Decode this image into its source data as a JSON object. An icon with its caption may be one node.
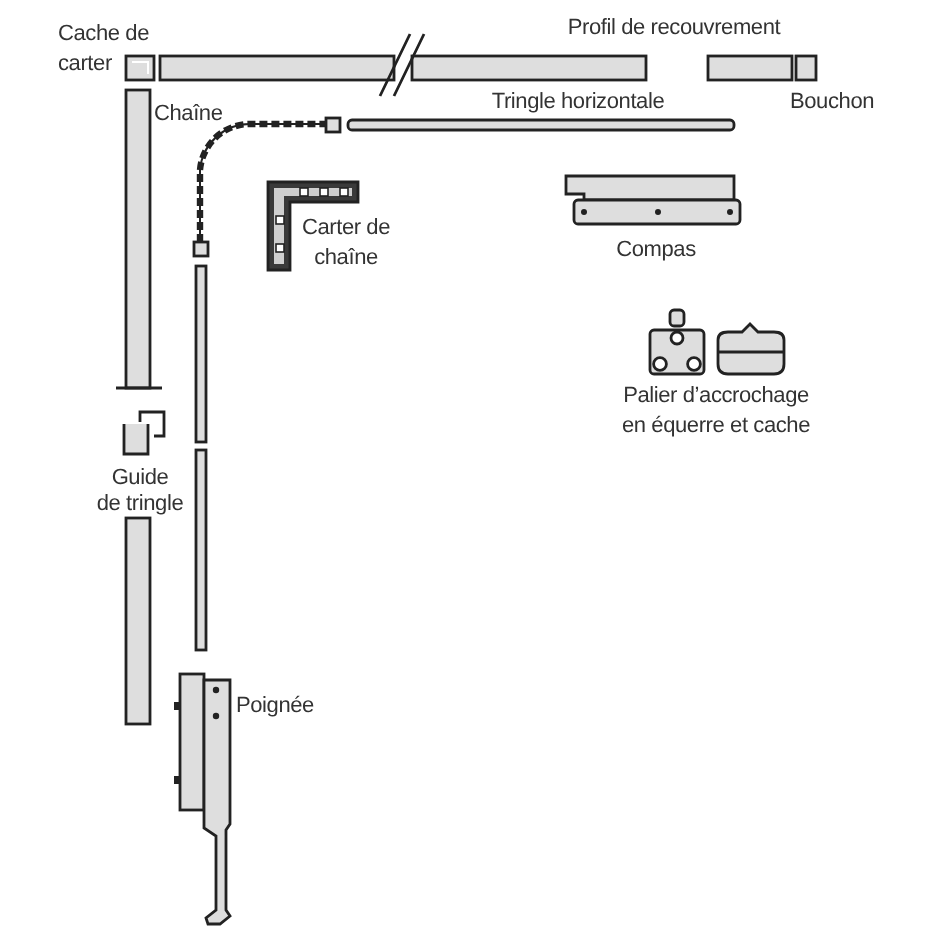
{
  "diagram": {
    "labels": [
      "Cache de carter",
      "Profil de recouvrement",
      "Tringle horizontale",
      "Bouchon",
      "Chaîne",
      "Carter de chaîne",
      "Compas",
      "Palier d’accrochage en équerre et cache",
      "Guide de tringle",
      "Poignée"
    ]
  }
}
